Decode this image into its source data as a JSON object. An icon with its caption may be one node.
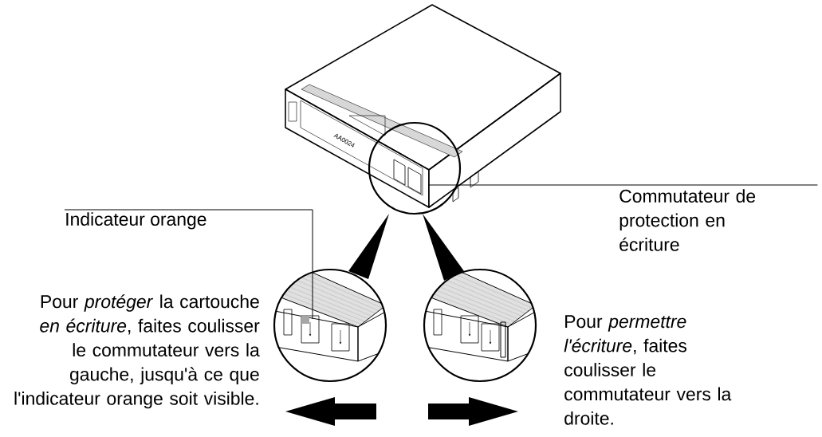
{
  "diagram": {
    "nodes": [
      {
        "text": [
          "Indicateur orange"
        ]
      },
      {
        "text": [
          "Commutateur de protection en écriture"
        ]
      }
    ],
    "edges": [
      {
        "from": 0,
        "to": null,
        "arrow": "none"
      },
      {
        "from": 1,
        "to": null,
        "arrow": "none"
      }
    ],
    "labels": [
      "AA0024",
      "Pour *protéger* la cartouche *en écriture*, faites coulisser le commutateur vers la gauche, jusqu'à ce que l'indicateur orange soit visible.",
      "Pour *permettre l'écriture*, faites coulisser le commutateur vers la droite."
    ]
  }
}
